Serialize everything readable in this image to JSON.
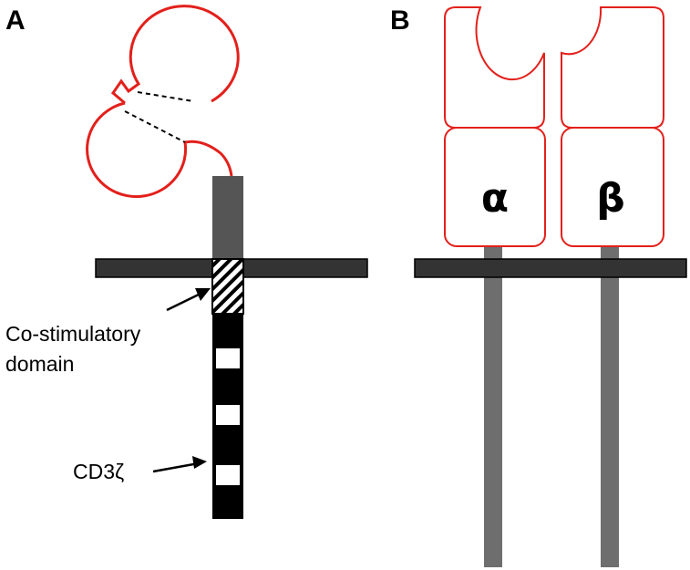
{
  "panel_a": {
    "letter": "A",
    "costim_label": [
      "Co-stimulatory",
      "domain"
    ],
    "cd3z_label": "CD3ζ"
  },
  "panel_b": {
    "letter": "B",
    "alpha_label": "α",
    "beta_label": "β"
  },
  "colors": {
    "domain_outline": "#e3201b",
    "membrane": "#333333",
    "transmembrane_a": "#555555",
    "stalk_b": "#6e6e6e",
    "signaling_block": "#000000",
    "linker_dash": "#000000"
  }
}
